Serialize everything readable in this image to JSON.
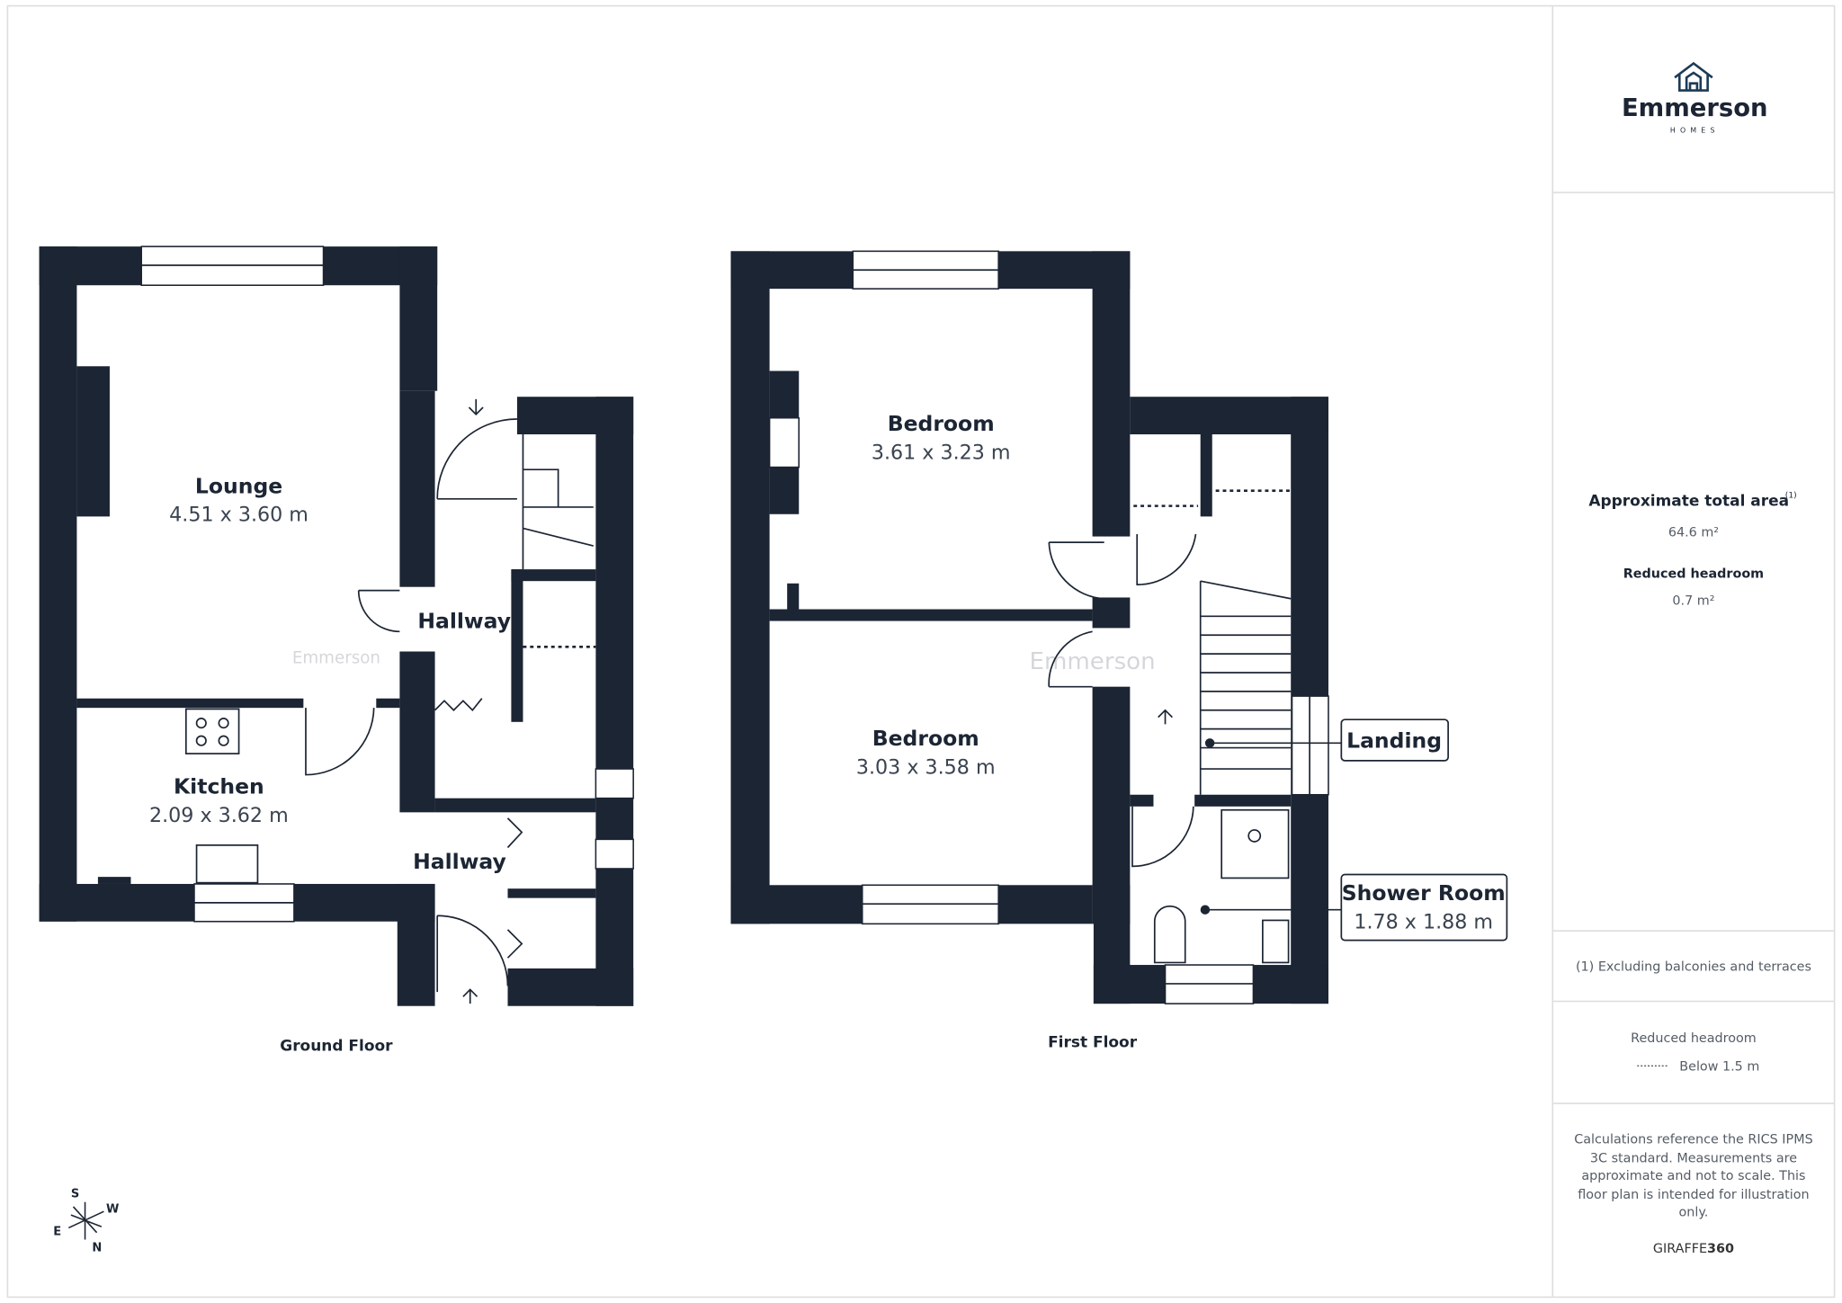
{
  "brand": {
    "name": "Emmerson",
    "sub": "HOMES",
    "color": "#1c3b57"
  },
  "ground_floor": {
    "label": "Ground Floor",
    "rooms": [
      {
        "name": "Lounge",
        "dims": "4.51 x 3.60 m"
      },
      {
        "name": "Kitchen",
        "dims": "2.09 x 3.62 m"
      },
      {
        "name": "Hallway"
      },
      {
        "name": "Hallway"
      }
    ]
  },
  "first_floor": {
    "label": "First Floor",
    "rooms": [
      {
        "name": "Bedroom",
        "dims": "3.61 x 3.23 m"
      },
      {
        "name": "Bedroom",
        "dims": "3.03 x 3.58 m"
      },
      {
        "name": "Landing"
      },
      {
        "name": "Shower Room",
        "dims": "1.78 x 1.88 m"
      }
    ]
  },
  "compass": {
    "s": "S",
    "w": "W",
    "e": "E",
    "n": "N"
  },
  "panel": {
    "total_area_label": "Approximate total area",
    "total_area_note": "(1)",
    "total_area_value": "64.6 m²",
    "reduced_label": "Reduced headroom",
    "reduced_value": "0.7 m²",
    "footnote": "(1) Excluding balconies and terraces",
    "legend_title": "Reduced headroom",
    "legend_item": "Below 1.5 m",
    "disclaimer": [
      "Calculations reference the RICS IPMS",
      "3C standard. Measurements are",
      "approximate and not to scale. This",
      "floor plan is intended for illustration",
      "only."
    ],
    "credit_a": "GIRAFFE",
    "credit_b": "360"
  },
  "wall_color": "#1c2533"
}
